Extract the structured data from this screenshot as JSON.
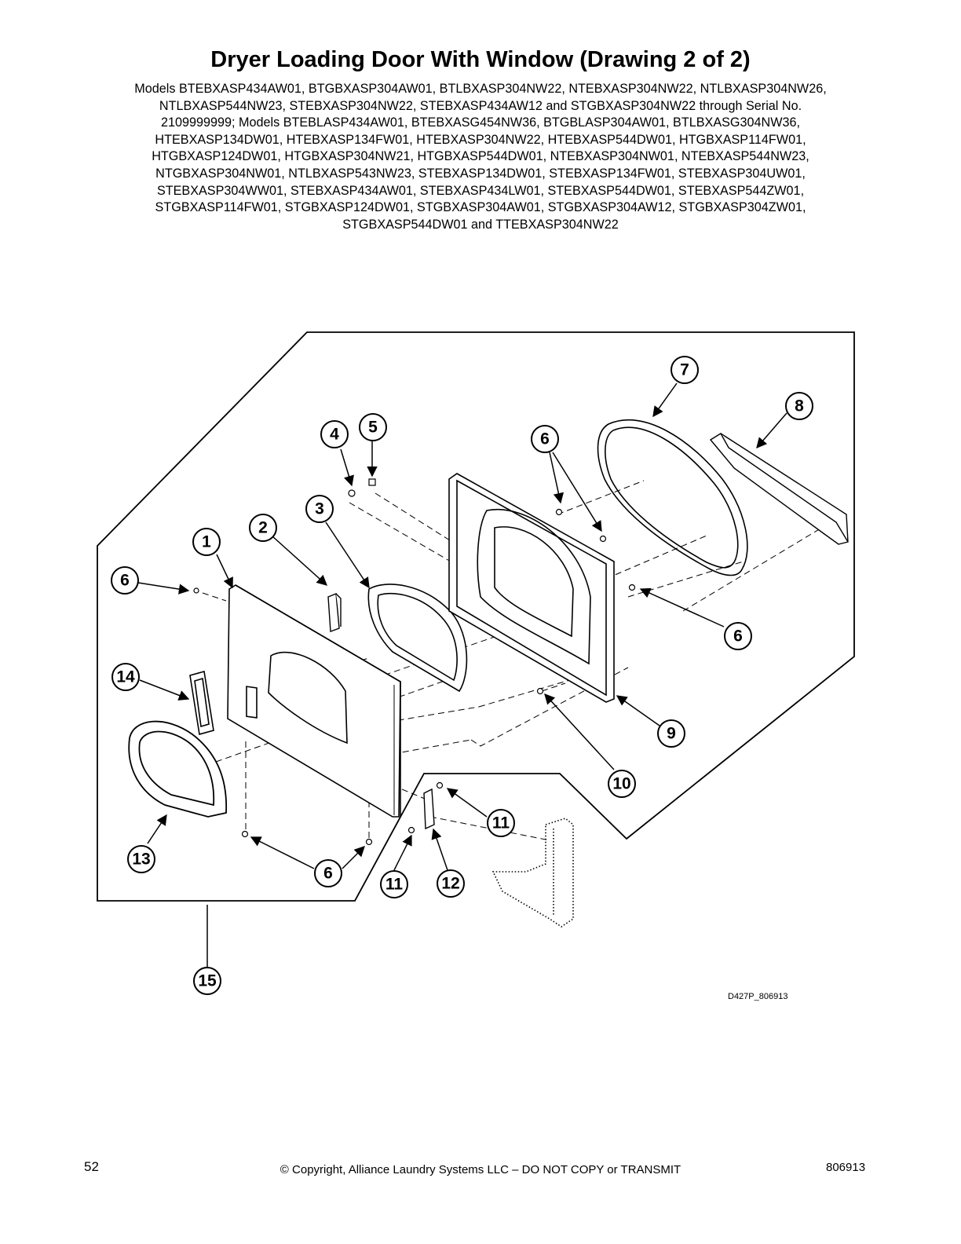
{
  "header": {
    "title": "Dryer Loading Door With Window (Drawing 2 of 2)",
    "models_lines": [
      "Models BTEBXASP434AW01, BTGBXASP304AW01, BTLBXASP304NW22, NTEBXASP304NW22, NTLBXASP304NW26,",
      "NTLBXASP544NW23, STEBXASP304NW22, STEBXASP434AW12 and STGBXASP304NW22 through Serial No.",
      "2109999999; Models BTEBLASP434AW01, BTEBXASG454NW36, BTGBLASP304AW01, BTLBXASG304NW36,",
      "HTEBXASP134DW01, HTEBXASP134FW01, HTEBXASP304NW22, HTEBXASP544DW01, HTGBXASP114FW01,",
      "HTGBXASP124DW01, HTGBXASP304NW21, HTGBXASP544DW01, NTEBXASP304NW01, NTEBXASP544NW23,",
      "NTGBXASP304NW01, NTLBXASP543NW23, STEBXASP134DW01, STEBXASP134FW01, STEBXASP304UW01,",
      "STEBXASP304WW01, STEBXASP434AW01, STEBXASP434LW01, STEBXASP544DW01, STEBXASP544ZW01,",
      "STGBXASP114FW01, STGBXASP124DW01, STGBXASP304AW01, STGBXASP304AW12, STGBXASP304ZW01,",
      "STGBXASP544DW01 and TTEBXASP304NW22"
    ]
  },
  "diagram": {
    "callouts": [
      "1",
      "2",
      "3",
      "4",
      "5",
      "6",
      "6",
      "6",
      "6",
      "7",
      "8",
      "9",
      "10",
      "11",
      "11",
      "12",
      "13",
      "14",
      "15"
    ],
    "drawing_id": "D427P_806913"
  },
  "footer": {
    "page_number": "52",
    "copyright": "© Copyright, Alliance Laundry Systems LLC – DO NOT COPY or TRANSMIT",
    "doc_number": "806913"
  }
}
